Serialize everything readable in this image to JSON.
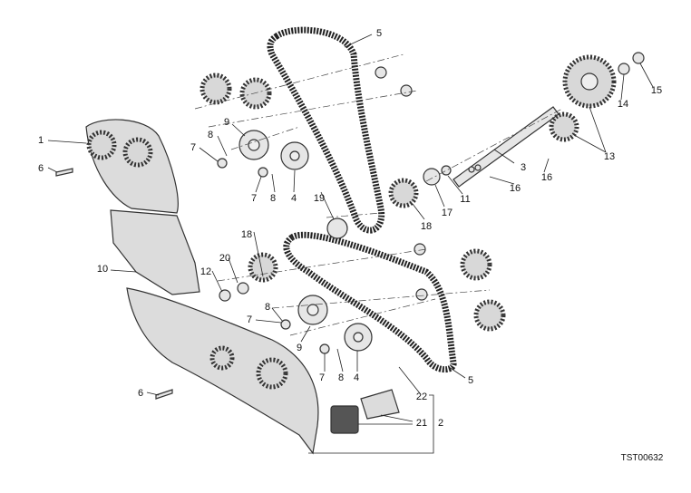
{
  "diagram": {
    "title_code": "TST00632",
    "callouts": [
      "5",
      "1",
      "6",
      "7",
      "8",
      "9",
      "7",
      "8",
      "4",
      "19",
      "18",
      "10",
      "12",
      "20",
      "8",
      "7",
      "9",
      "7",
      "8",
      "4",
      "5",
      "6",
      "22",
      "21",
      "2",
      "3",
      "16",
      "16",
      "11",
      "17",
      "18",
      "13",
      "14",
      "15"
    ]
  }
}
